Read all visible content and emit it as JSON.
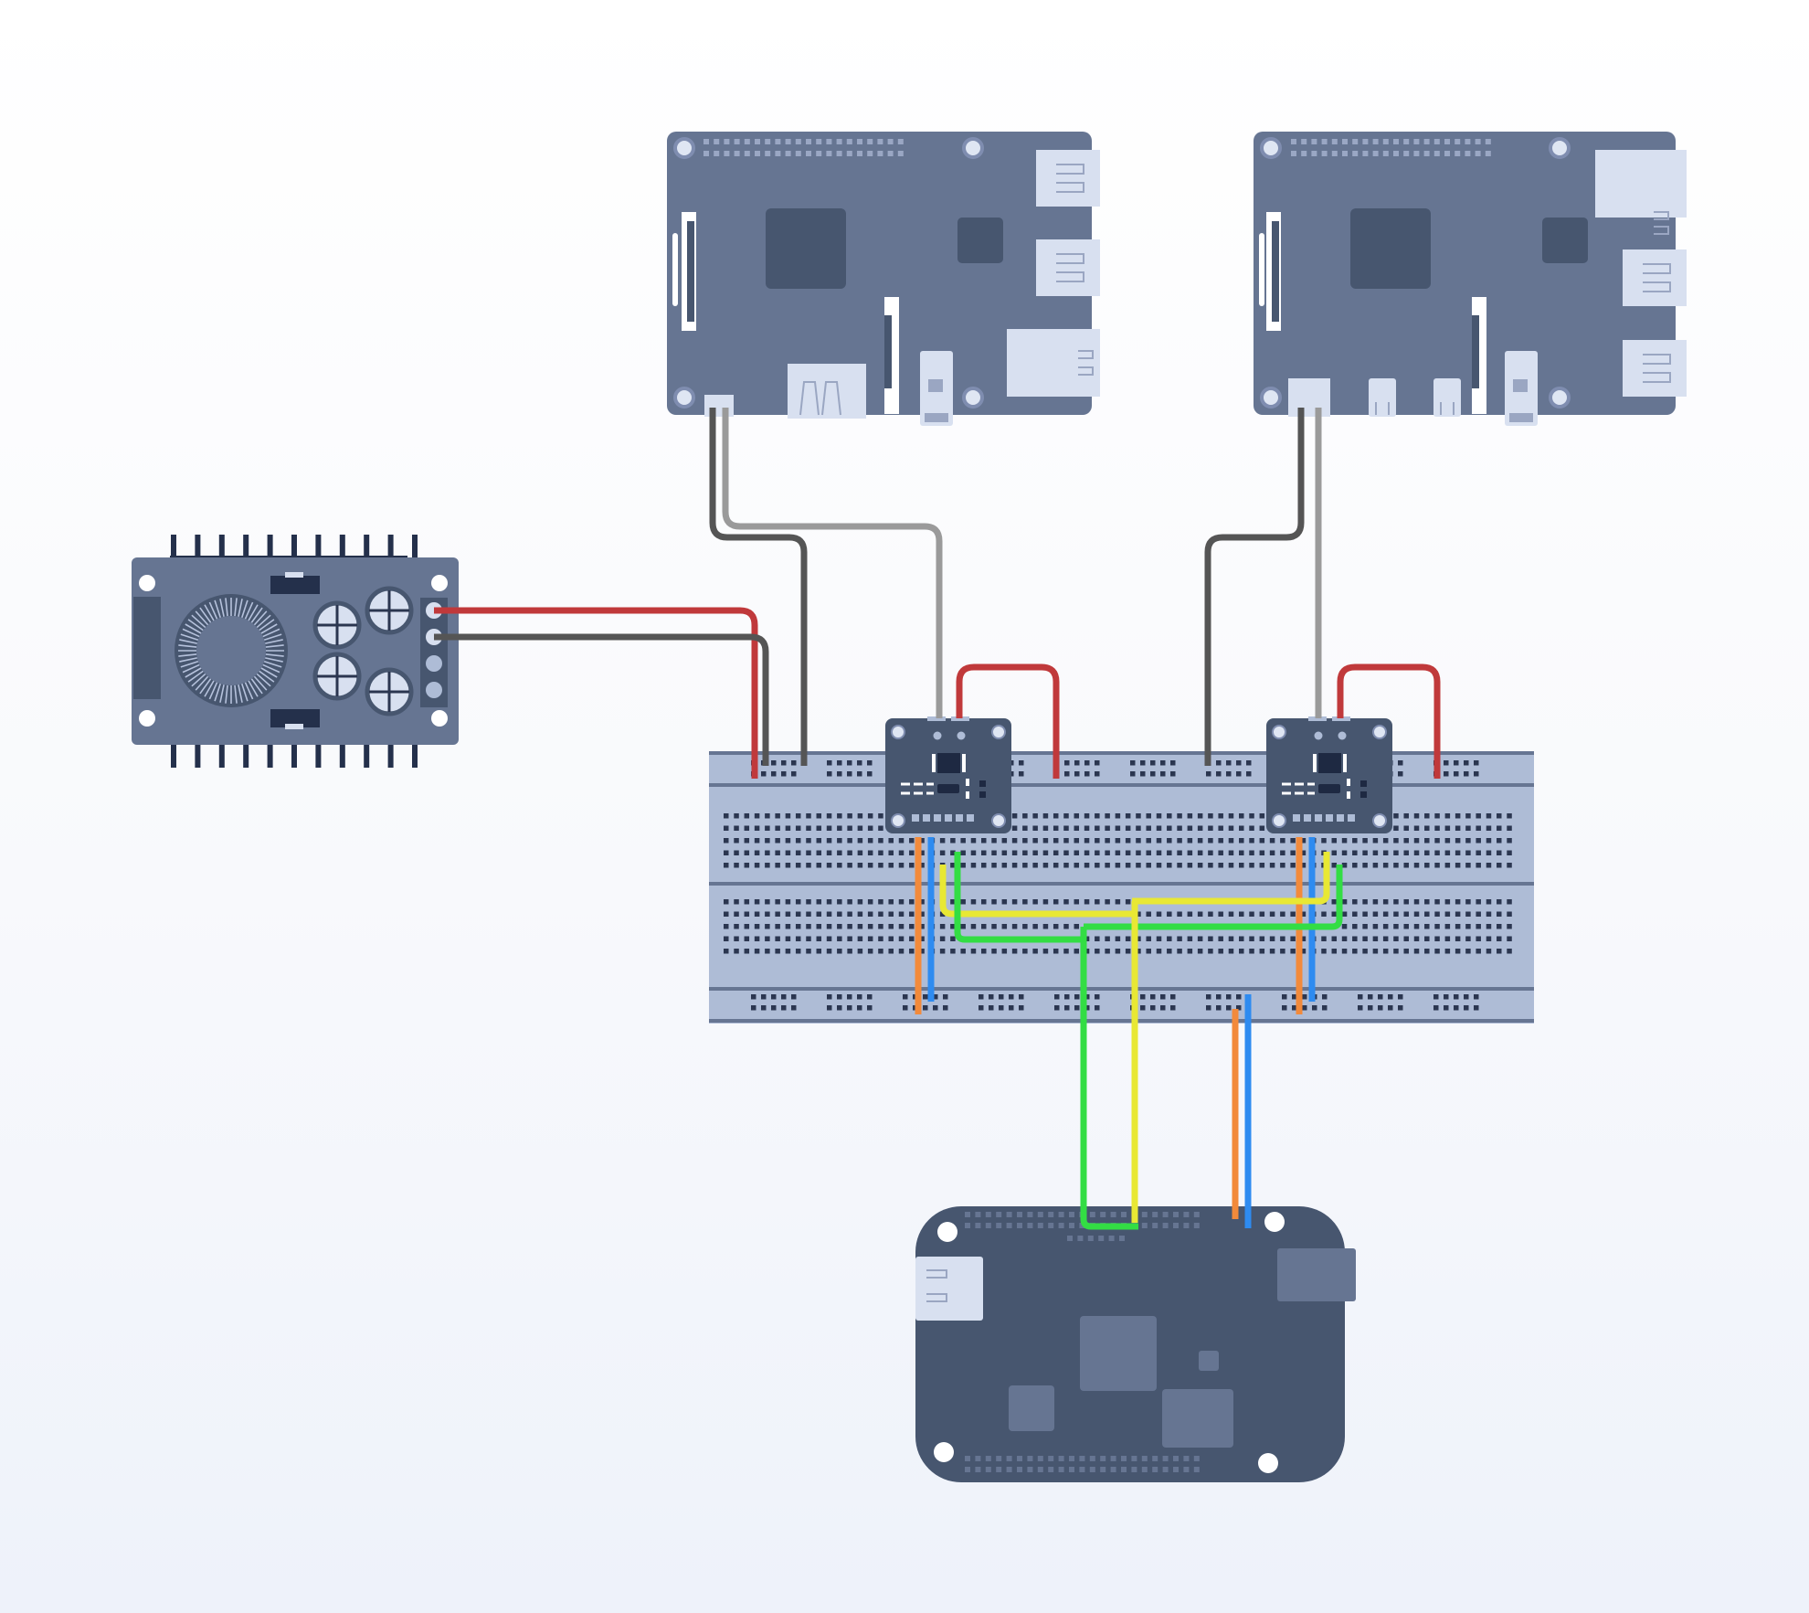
{
  "diagram": {
    "components": [
      {
        "id": "single-board-computer-1",
        "icon": "raspberry-pi-board-icon"
      },
      {
        "id": "single-board-computer-2",
        "icon": "raspberry-pi-board-icon"
      },
      {
        "id": "power-module",
        "icon": "dc-dc-converter-icon"
      },
      {
        "id": "sensor-module-1",
        "icon": "sensor-breakout-icon"
      },
      {
        "id": "sensor-module-2",
        "icon": "sensor-breakout-icon"
      },
      {
        "id": "breadboard",
        "icon": "breadboard-icon"
      },
      {
        "id": "controller-board",
        "icon": "microcontroller-board-icon"
      }
    ],
    "wire_colors": {
      "power": "#c0393b",
      "ground": "#555555",
      "signal_gray": "#9a9a9a",
      "sda": "#2e8bf0",
      "scl": "#f28a3b",
      "green": "#33dd44",
      "yellow": "#e8e834"
    },
    "board_colors": {
      "board": "#667592",
      "dark": "#47566f",
      "port": "#d8e0f0",
      "breadboard": "#aebcd6",
      "hole": "#2b3650"
    }
  }
}
